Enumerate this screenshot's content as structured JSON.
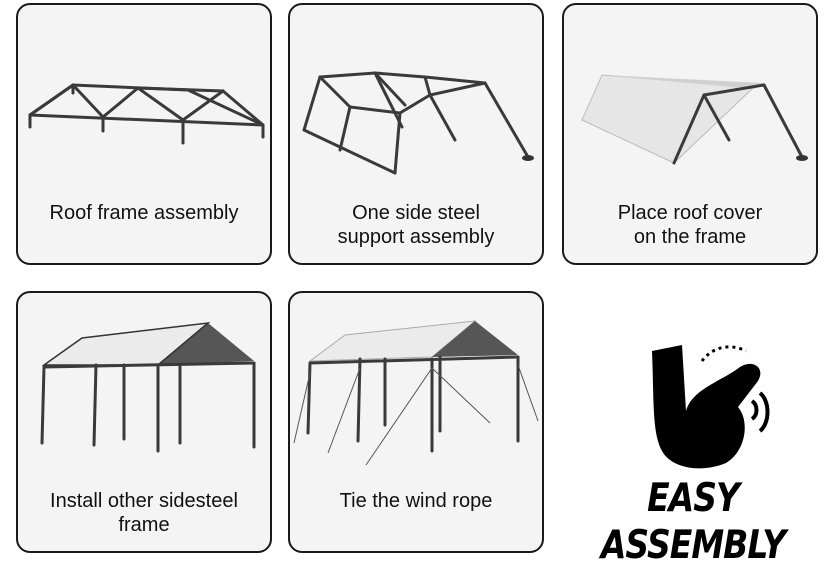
{
  "steps": [
    {
      "caption": "Roof frame assembly",
      "icon": "roof-frame-illustration"
    },
    {
      "caption": "One side steel\nsupport assembly",
      "icon": "side-support-illustration"
    },
    {
      "caption": "Place roof cover\non the frame",
      "icon": "roof-cover-illustration"
    },
    {
      "caption": "Install other sidesteel\nframe",
      "icon": "full-frame-illustration"
    },
    {
      "caption": "Tie the wind rope",
      "icon": "wind-rope-illustration"
    }
  ],
  "badge": {
    "text": "EASY ASSEMBLY",
    "icon": "tap-hand-icon"
  },
  "colors": {
    "card_border": "#1a1a1a",
    "card_bg": "#f4f4f4",
    "frame": "#3a3a3a",
    "cover": "#e6e6e6",
    "cover_dark": "#5c5c5c"
  }
}
